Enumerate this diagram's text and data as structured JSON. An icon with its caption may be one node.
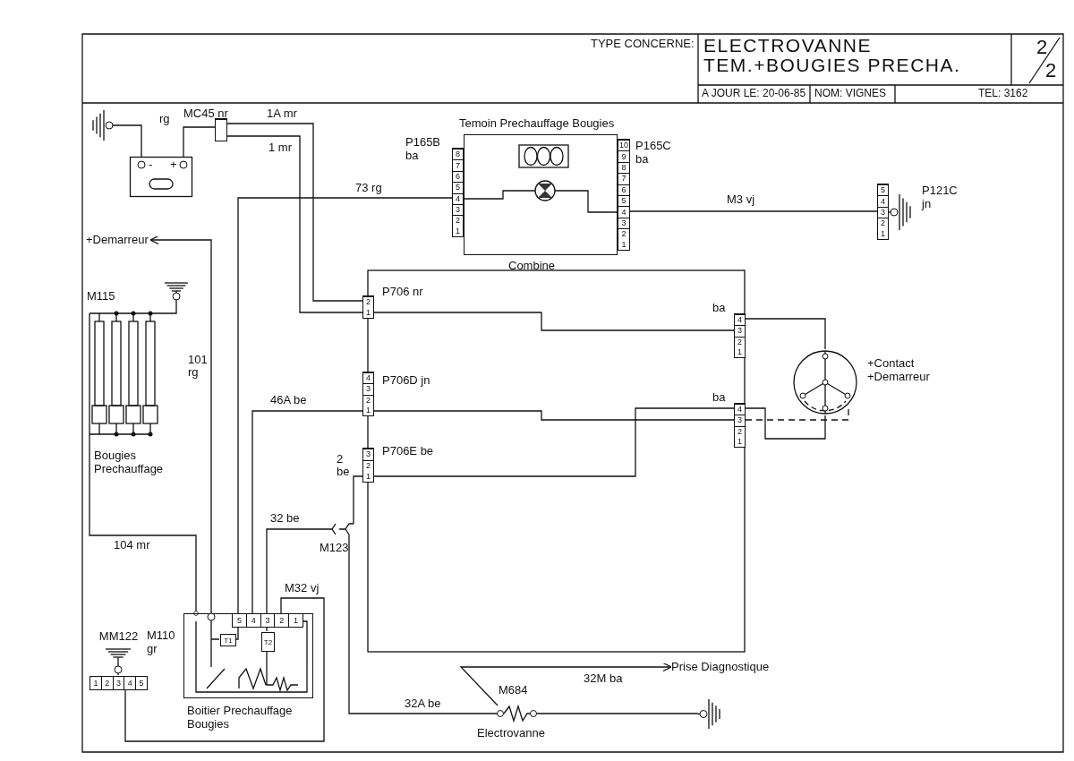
{
  "diagram": {
    "title": "ELECTROVANNE TEM.+BOUGIES PRECHA.",
    "nodes": [
      {
        "text": [],
        "shape": "picture"
      },
      {
        "text": [
          "-",
          "+"
        ]
      },
      {
        "text": [
          "MC45 nr"
        ]
      },
      {
        "text": [
          "Temoin Prechauffage Bougies",
          "Combine"
        ]
      },
      {
        "text": [
          "P165B ba",
          "1 2 3 4 5 6 7 8"
        ]
      },
      {
        "text": [
          "1 2 3 4 5 6 7 8 9 10",
          "P165C ba"
        ]
      },
      {
        "text": [
          "1 2 3 4 5",
          "P121C jn"
        ]
      },
      {
        "text": [
          "+Demarreur"
        ]
      },
      {
        "text": [
          "M115",
          "Bougies Prechauffage"
        ]
      },
      {
        "text": [],
        "shape": "picture"
      },
      {
        "text": [
          "1 2",
          "P706 nr"
        ]
      },
      {
        "text": [
          "1 2 3 4",
          "P706D jn"
        ]
      },
      {
        "text": [
          "1 2 3",
          "P706E be"
        ]
      },
      {
        "text": [
          "ba",
          "1 2 3 4"
        ]
      },
      {
        "text": [
          "ba",
          "1 2 3 4"
        ]
      },
      {
        "text": [
          "+Contact +Demarreur"
        ]
      },
      {
        "text": [
          "M123"
        ]
      },
      {
        "text": [
          "M110 gr",
          "5 4 3 2 1",
          "Boitier Prechauffage Bougies"
        ]
      },
      {
        "text": [
          "T1"
        ],
        "in": 17
      },
      {
        "text": [
          "T2"
        ],
        "in": 17
      },
      {
        "text": [
          "MM122",
          "1 2 3 4 5"
        ]
      },
      {
        "text": [
          "M684",
          "Electrovanne"
        ]
      },
      {
        "text": [],
        "shape": "picture"
      },
      {
        "text": [
          "Prise Diagnostique"
        ]
      }
    ],
    "edges": [
      {
        "from": 0,
        "to": 1,
        "arrow": "none"
      },
      {
        "from": 1,
        "to": 2,
        "arrow": "none",
        "label": "rg"
      },
      {
        "from": 2,
        "to": 10,
        "arrow": "none",
        "label": "1A mr"
      },
      {
        "from": 2,
        "to": 10,
        "arrow": "none",
        "label": "1 mr"
      },
      {
        "from": 4,
        "to": 17,
        "arrow": "none",
        "label": "73 rg"
      },
      {
        "from": 17,
        "to": 7,
        "arrow": "to",
        "label": "101 rg"
      },
      {
        "from": 8,
        "to": 17,
        "arrow": "other",
        "label": "104 mr"
      },
      {
        "from": 8,
        "to": 9,
        "arrow": "none"
      },
      {
        "from": 11,
        "to": 17,
        "arrow": "none",
        "label": "46A be"
      },
      {
        "from": 16,
        "to": 17,
        "arrow": "none",
        "label": "32 be"
      },
      {
        "from": 16,
        "to": 12,
        "arrow": "none",
        "label": "2 be"
      },
      {
        "from": 16,
        "to": 21,
        "arrow": "none",
        "label": "32A be"
      },
      {
        "from": 17,
        "to": 20,
        "arrow": "none",
        "label": "M32 vj"
      },
      {
        "from": 21,
        "to": 23,
        "arrow": "to",
        "label": "32M ba"
      },
      {
        "from": 21,
        "to": 22,
        "arrow": "none"
      },
      {
        "from": 5,
        "to": 6,
        "arrow": "none",
        "label": "M3 vj"
      },
      {
        "from": 10,
        "to": 13,
        "arrow": "none"
      },
      {
        "from": 11,
        "to": 14,
        "arrow": "none"
      },
      {
        "from": 12,
        "to": 14,
        "arrow": "none"
      },
      {
        "from": 13,
        "to": 15,
        "arrow": "none"
      },
      {
        "from": 14,
        "to": 15,
        "arrow": "none"
      },
      {
        "from": 14,
        "to": 15,
        "arrow": "none",
        "style": "dashed"
      }
    ],
    "labels": [
      "TYPE CONCERNE:",
      "2",
      "2",
      "A JOUR LE: 20-06-85",
      "NOM: VIGNES",
      "TEL: 3162"
    ]
  }
}
